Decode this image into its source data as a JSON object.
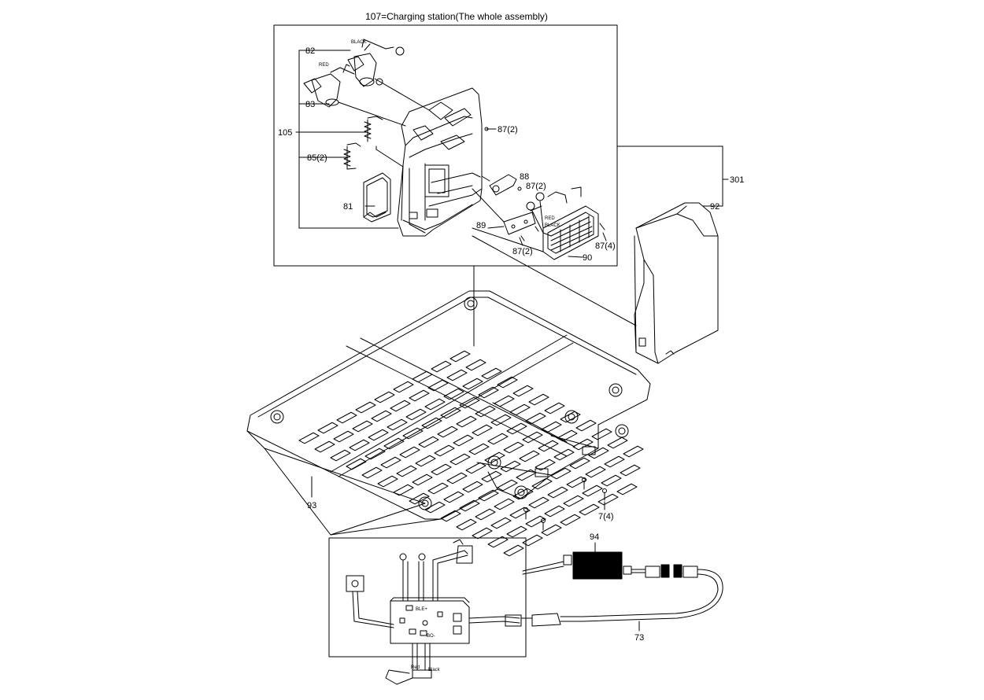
{
  "diagram": {
    "title": "107=Charging station(The whole assembly)",
    "callouts": {
      "c82": "82",
      "c83": "83",
      "c105": "105",
      "c85": "85(2)",
      "c81": "81",
      "c87a": "87(2)",
      "c88": "88",
      "c87b": "87(2)",
      "c89": "89",
      "c87c": "87(2)",
      "c87d": "87(4)",
      "c90": "90",
      "c301": "301",
      "c92": "92",
      "c93": "93",
      "c7": "7(4)",
      "c94": "94",
      "c73": "73"
    },
    "wire_labels": {
      "black_top": "BLACK",
      "red_top": "RED",
      "red_mid": "RED",
      "black_mid": "BLACK",
      "pcb_ble": "BLE+",
      "pcb_bo": "BO-",
      "red_bottom": "Red",
      "black_bottom": "Black"
    }
  }
}
